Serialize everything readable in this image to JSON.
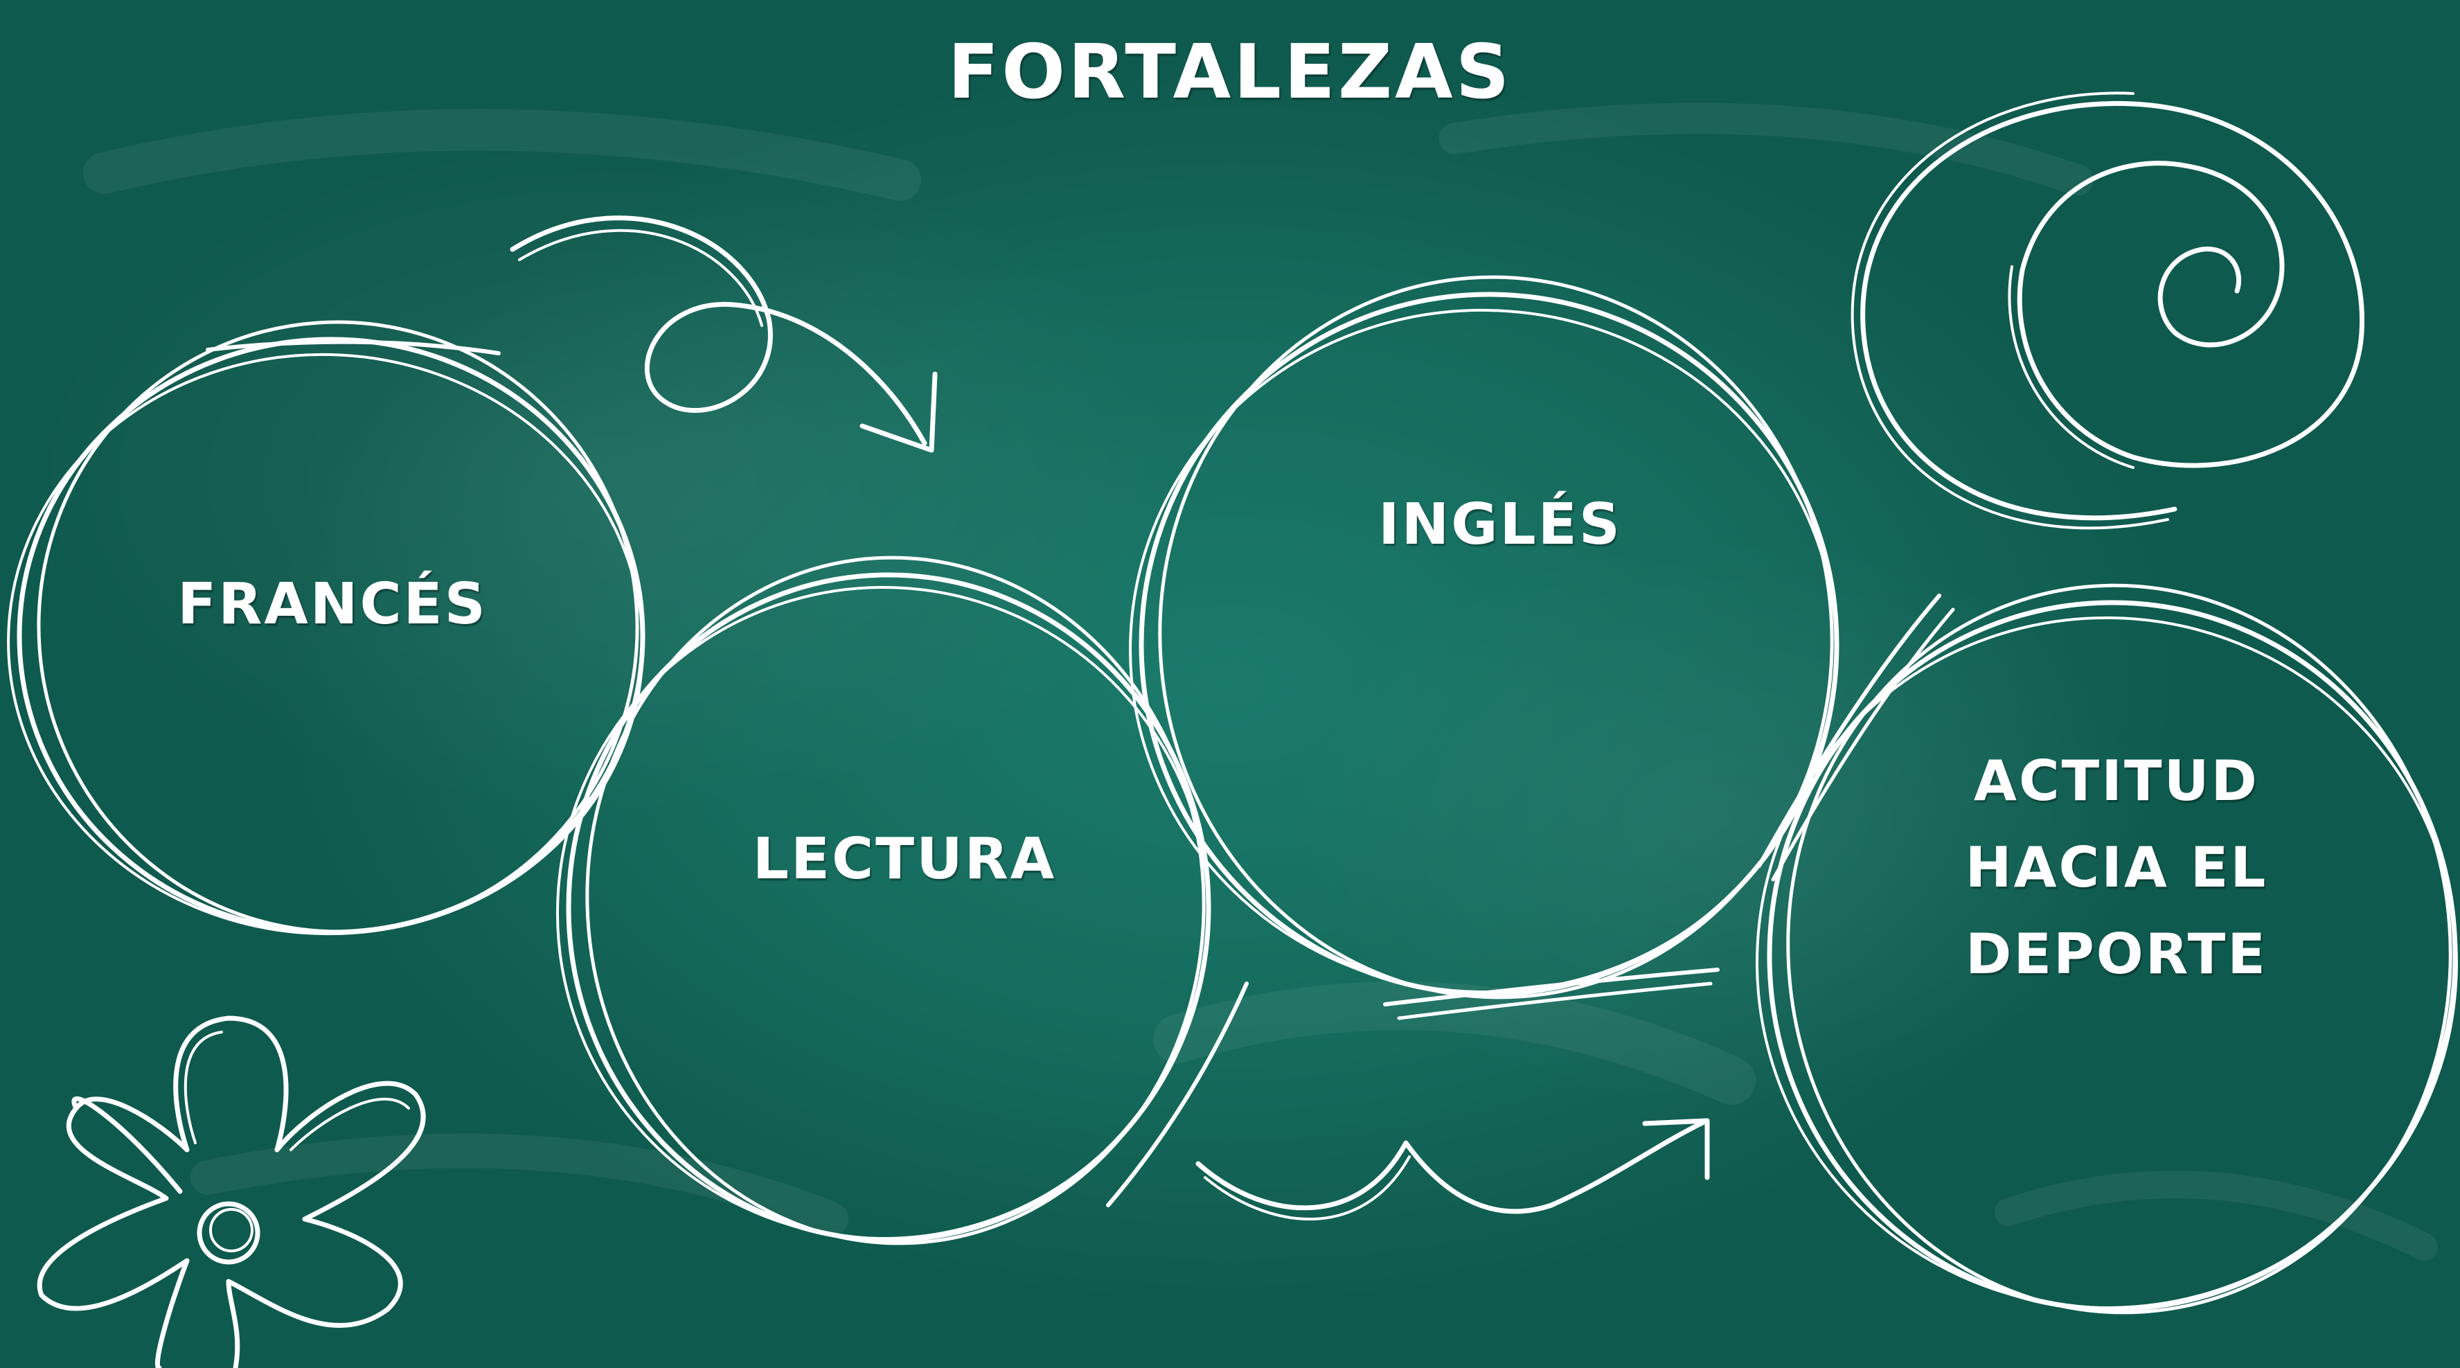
{
  "title": "FORTALEZAS",
  "strengths": [
    {
      "label": "FRANCÉS"
    },
    {
      "label": "LECTURA"
    },
    {
      "label": "INGLÉS"
    },
    {
      "label_lines": [
        "ACTITUD",
        "HACIA EL",
        "DEPORTE"
      ]
    }
  ],
  "colors": {
    "board": "#166d5f",
    "chalk": "#ffffff"
  },
  "decorations": [
    "spiral",
    "flower",
    "curved-arrow",
    "wavy-arrow"
  ]
}
